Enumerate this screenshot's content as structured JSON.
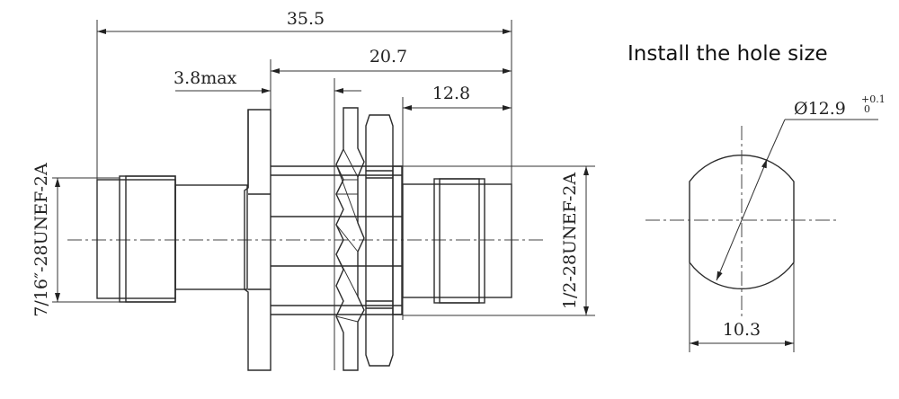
{
  "side_view": {
    "overall_length": "35.5",
    "rear_length": "20.7",
    "panel_thickness": "3.8max",
    "front_length": "12.8",
    "left_thread": "7/16″-28UNEF-2A",
    "right_thread": "1/2-28UNEF-2A"
  },
  "hole": {
    "title": "Install the hole size",
    "diameter": "Ø12.9",
    "tol_upper": "+0.1",
    "tol_lower": "0",
    "flat_width": "10.3"
  }
}
